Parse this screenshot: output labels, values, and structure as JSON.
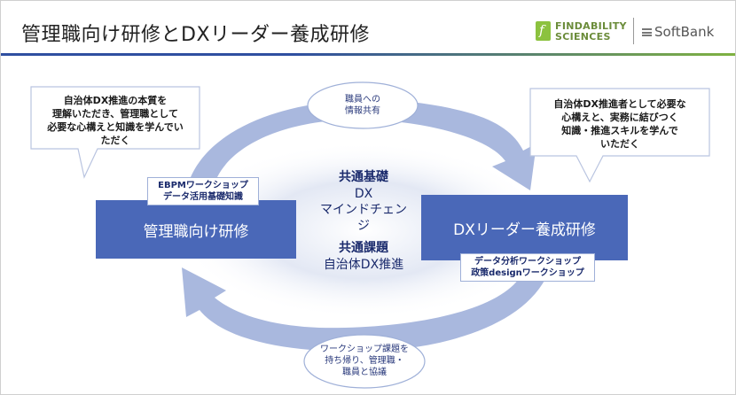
{
  "slide": {
    "title": "管理職向け研修とDXリーダー養成研修",
    "logos": {
      "findability_line1": "FINDABILITY",
      "findability_line2": "SCIENCES",
      "findability_mark": "f",
      "softbank": "SoftBank"
    }
  },
  "diagram": {
    "left_box": {
      "label": "管理職向け研修",
      "tag_lines": [
        "EBPMワークショップ",
        "データ活用基礎知識"
      ]
    },
    "right_box": {
      "label": "DXリーダー養成研修",
      "tag_lines": [
        "データ分析ワークショップ",
        "政策designワークショップ"
      ]
    },
    "center": {
      "heading1": "共通基礎",
      "line1": "DX",
      "line2": "マインドチェン",
      "line3": "ジ",
      "heading2": "共通課題",
      "line4": "自治体DX推進"
    },
    "top_ellipse": [
      "職員への",
      "情報共有"
    ],
    "bottom_ellipse": [
      "ワークショップ課題を",
      "持ち帰り、管理職・",
      "職員と協議"
    ],
    "left_callout": [
      "自治体DX推進の本質を",
      "理解いただき、管理職として",
      "必要な心構えと知識を学んでい",
      "ただく"
    ],
    "right_callout": [
      "自治体DX推進者として必要な",
      "心構えと、実務に結びつく",
      "知識・推進スキルを学んで",
      "いただく"
    ],
    "colors": {
      "box": "#4a68b8",
      "arrow": "#a9b8de",
      "center_glow": "#d9dff0",
      "text_dark": "#1a2a6c"
    }
  }
}
